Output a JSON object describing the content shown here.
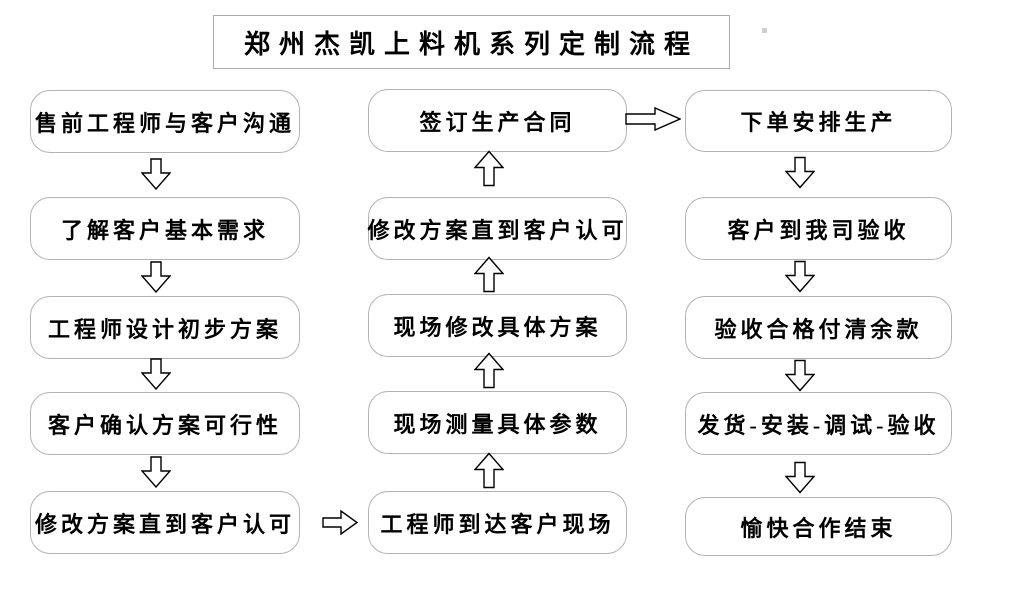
{
  "title": "郑州杰凯上料机系列定制流程",
  "flow": {
    "left": [
      "售前工程师与客户沟通",
      "了解客户基本需求",
      "工程师设计初步方案",
      "客户确认方案可行性",
      "修改方案直到客户认可"
    ],
    "middle": [
      "签订生产合同",
      "修改方案直到客户认可",
      "现场修改具体方案",
      "现场测量具体参数",
      "工程师到达客户现场"
    ],
    "right": [
      "下单安排生产",
      "客户到我司验收",
      "验收合格付清余款",
      "发货-安装-调试-验收",
      "愉快合作结束"
    ]
  },
  "icons": {
    "down_arrow": "down-arrow-icon",
    "up_arrow": "up-arrow-icon",
    "right_arrow": "right-arrow-icon"
  },
  "colors": {
    "background": "#ffffff",
    "node_fill": "#ffffff",
    "node_border": "#b3b3b3",
    "title_border": "#aaaaaa",
    "text": "#000000",
    "arrow_outline": "#000000"
  }
}
